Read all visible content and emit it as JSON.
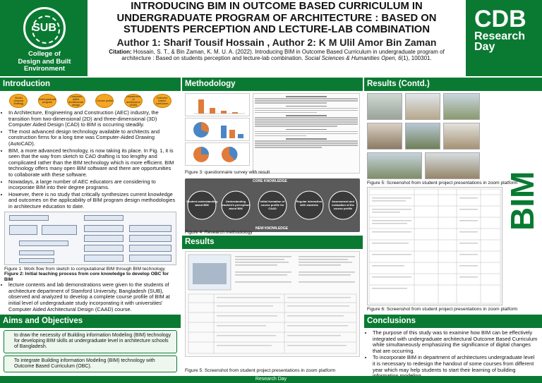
{
  "header": {
    "logo_label": "SUB",
    "college": [
      "College of",
      "Design and Built",
      "Environment"
    ],
    "title": "INTRODUCING BIM IN OUTCOME BASED CURRICULUM IN UNDERGRADUATE PROGRAM OF ARCHITECTURE : BASED ON STUDENTS PERCEPTION AND LECTURE-LAB COMBINATION",
    "authors": "Author 1: Sharif Tousif Hossain , Author 2: K M Ulil Amor Bin Zaman",
    "citation_label": "Citation:",
    "citation_text": " Hossain, S. T., & Bin Zaman, K. M. U. A. (2022). Introducing BIM in Outcome Based Curriculum in undergraduate program of architecture : Based on students perception and lecture-lab combination. ",
    "citation_journal": "Social Sciences & Humanities Open,",
    "citation_volume": " 6",
    "citation_end": "(1), 100301.",
    "cdb_big": "CDB",
    "cdb_sub": [
      "Research",
      "Day"
    ]
  },
  "intro": {
    "heading": "Introduction",
    "flow": [
      "Studio (manual drafting)",
      "Undergraduate program",
      "Computer aided architectural design",
      "Course profile",
      "Department of architecture (SUB)",
      "Outcome based curriculum"
    ],
    "bullets": [
      "In Architecture, Engineering and Construction (AEC) industry, the transition from two-dimensional (2D) and three-dimensional (3D) Computer Aided Design (CAD) to BIM is occurring steadily.",
      "The most advanced design technology available to architects and construction firms for a long time was Computer-Aided Drawing (AutoCAD).",
      "BIM, a more advanced technology, is now taking its place. In Fig. 1, it is seen that the way from sketch to CAD drafting is too lengthy and complicated rather than the BIM technology which is more efficient. BIM technology offers many open BIM software and there are opportunities to collaborate with these software.",
      "Nowadays, a large number of AEC educators are considering to incorporate BIM into their degree programs.",
      "However, there is no study that critically synthesizes current knowledge and outcomes on the applicability of BIM program design methodologies in architecture education to date."
    ],
    "fig1_caption": "Figure 1: Work flow from sketch to computational BIM through BIM technology",
    "fig2_caption": "Figure 2: Initial teaching process from core knowledge to develop OBC for BIM",
    "fig_bullet": "lecture contents and lab demonstrations were given to the students of architecture department of Stamford University, Bangladesh (SUB), observed and analyzed to develop a complete course profile of BIM at initial level of undergraduate study incorporating it with universities' Computer Aided Architectural Design (CAAD) course."
  },
  "aims": {
    "heading": "Aims and Objectives",
    "items": [
      "to draw the necessity of Building information Modeling (BIM) technology for developing BIM skills at undergraduate level in architecture schools of Bangladesh.",
      "To integrate Building information Modeling (BIM) technology with Outcome Based Curriculum (OBC)."
    ]
  },
  "methodology": {
    "heading": "Methodology",
    "fig3_caption": "Figure 3: questionnaire survey with result",
    "core_knowledge": "CORE KNOWLEDGE",
    "new_knowledge": "NEW KNOWLEDGE",
    "fig4_caption": "Figure 4: Research methodology",
    "steps": [
      "Student understanding about BIM",
      "Understanding student's perception about BIM",
      "Initial formation of course profile for CAAD",
      "Regular interaction with students",
      "Assessment and evaluation of the course profile"
    ]
  },
  "results": {
    "heading": "Results",
    "fig5_caption": "Figure 5: Screenshot from student project presentations in zoom platform"
  },
  "results_contd": {
    "heading": "Results (Contd.)",
    "fig5_caption": "Figure 5: Screenshot from student project presentations in zoom platform",
    "fig6_caption": "Figure 6: Screenshot from student project presentations in zoom platform",
    "side_word": "BIM"
  },
  "conclusions": {
    "heading": "Conclusions",
    "bullets": [
      "The purpose of this study was to examine how BIM can be effectively integrated with undergraduate architectural Outcome Based Curriculum while simultaneously emphasizing the significance of digital changes that are occurring.",
      "To incorporate BIM in department of architectures undergraduate level it is necessary to redesign the handout of some courses from different year which may help students to start their learning of building information modeling."
    ]
  },
  "footer": {
    "label": "Research Day"
  },
  "colors": {
    "brand_green": "#0a7a32",
    "accent_orange": "#f5a623"
  }
}
